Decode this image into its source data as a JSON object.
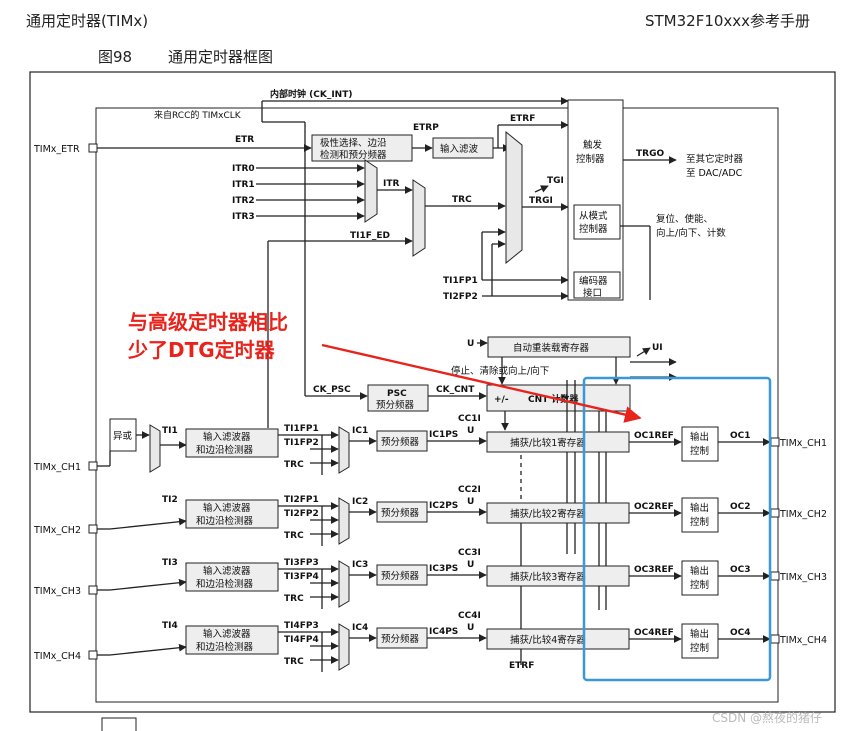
{
  "header": {
    "left": "通用定时器(TIMx)",
    "right": "STM32F10xxx参考手册",
    "figure_no": "图98",
    "figure_title": "通用定时器框图"
  },
  "pins": {
    "etr": "TIMx_ETR",
    "ch_in": [
      "TIMx_CH1",
      "TIMx_CH2",
      "TIMx_CH3",
      "TIMx_CH4"
    ],
    "ch_out": [
      "TIMx_CH1",
      "TIMx_CH2",
      "TIMx_CH3",
      "TIMx_CH4"
    ]
  },
  "clock": {
    "ck_int": "内部时钟 (CK_INT)",
    "rcc": "来自RCC的 TIMxCLK",
    "etr": "ETR",
    "etrp": "ETRP",
    "etrf": "ETRF",
    "itr": [
      "ITR0",
      "ITR1",
      "ITR2",
      "ITR3"
    ],
    "itr_mux": "ITR",
    "trc": "TRC",
    "ti1f_ed": "TI1F_ED",
    "tgi": "TGI",
    "trgi": "TRGI",
    "trgo": "TRGO",
    "ti1fp1": "TI1FP1",
    "ti2fp2": "TI2FP2"
  },
  "blocks": {
    "polarity_line1": "极性选择、边沿",
    "polarity_line2": "检测和预分频器",
    "input_filter": "输入滤波",
    "trigger_line1": "触发",
    "trigger_line2": "控制器",
    "slave_line1": "从模式",
    "slave_line2": "控制器",
    "encoder_line1": "编码器",
    "encoder_line2": "接口",
    "auto_reload": "自动重装载寄存器",
    "psc_line1": "PSC",
    "psc_line2": "预分频器",
    "cnt_pm": "+/-",
    "cnt_label": "CNT 计数器",
    "xor": "异或"
  },
  "notes": {
    "to_other": "至其它定时器",
    "to_dac": "至 DAC/ADC",
    "reset_line1": "复位、使能、",
    "reset_line2": "向上/向下、计数",
    "stop_clear": "停止、清除或向上/向下",
    "u": "U",
    "ui": "UI",
    "ck_psc": "CK_PSC",
    "ck_cnt": "CK_CNT",
    "etrf_bottom": "ETRF"
  },
  "channels": [
    {
      "ti": "TI1",
      "filter1": "输入滤波器",
      "filter2": "和边沿检测器",
      "fpa": "TI1FP1",
      "fpb": "TI1FP2",
      "trc": "TRC",
      "ic": "IC1",
      "presc": "预分频器",
      "icps": "IC1PS",
      "cci": "CC1I",
      "ccr": "捕获/比较1寄存器",
      "ocref": "OC1REF",
      "out1": "输出",
      "out2": "控制",
      "oc": "OC1"
    },
    {
      "ti": "TI2",
      "filter1": "输入滤波器",
      "filter2": "和边沿检测器",
      "fpa": "TI2FP1",
      "fpb": "TI2FP2",
      "trc": "TRC",
      "ic": "IC2",
      "presc": "预分频器",
      "icps": "IC2PS",
      "cci": "CC2I",
      "ccr": "捕获/比较2寄存器",
      "ocref": "OC2REF",
      "out1": "输出",
      "out2": "控制",
      "oc": "OC2"
    },
    {
      "ti": "TI3",
      "filter1": "输入滤波器",
      "filter2": "和边沿检测器",
      "fpa": "TI3FP3",
      "fpb": "TI3FP4",
      "trc": "TRC",
      "ic": "IC3",
      "presc": "预分频器",
      "icps": "IC3PS",
      "cci": "CC3I",
      "ccr": "捕获/比较3寄存器",
      "ocref": "OC3REF",
      "out1": "输出",
      "out2": "控制",
      "oc": "OC3"
    },
    {
      "ti": "TI4",
      "filter1": "输入滤波器",
      "filter2": "和边沿检测器",
      "fpa": "TI4FP3",
      "fpb": "TI4FP4",
      "trc": "TRC",
      "ic": "IC4",
      "presc": "预分频器",
      "icps": "IC4PS",
      "cci": "CC4I",
      "ccr": "捕获/比较4寄存器",
      "ocref": "OC4REF",
      "out1": "输出",
      "out2": "控制",
      "oc": "OC4"
    }
  ],
  "annotation": {
    "line1": "与高级定时器相比",
    "line2": "少了DTG定时器",
    "color": "#e8231b",
    "highlight_color": "#3a98d8"
  },
  "watermark": "CSDN @熬夜的猪仔"
}
